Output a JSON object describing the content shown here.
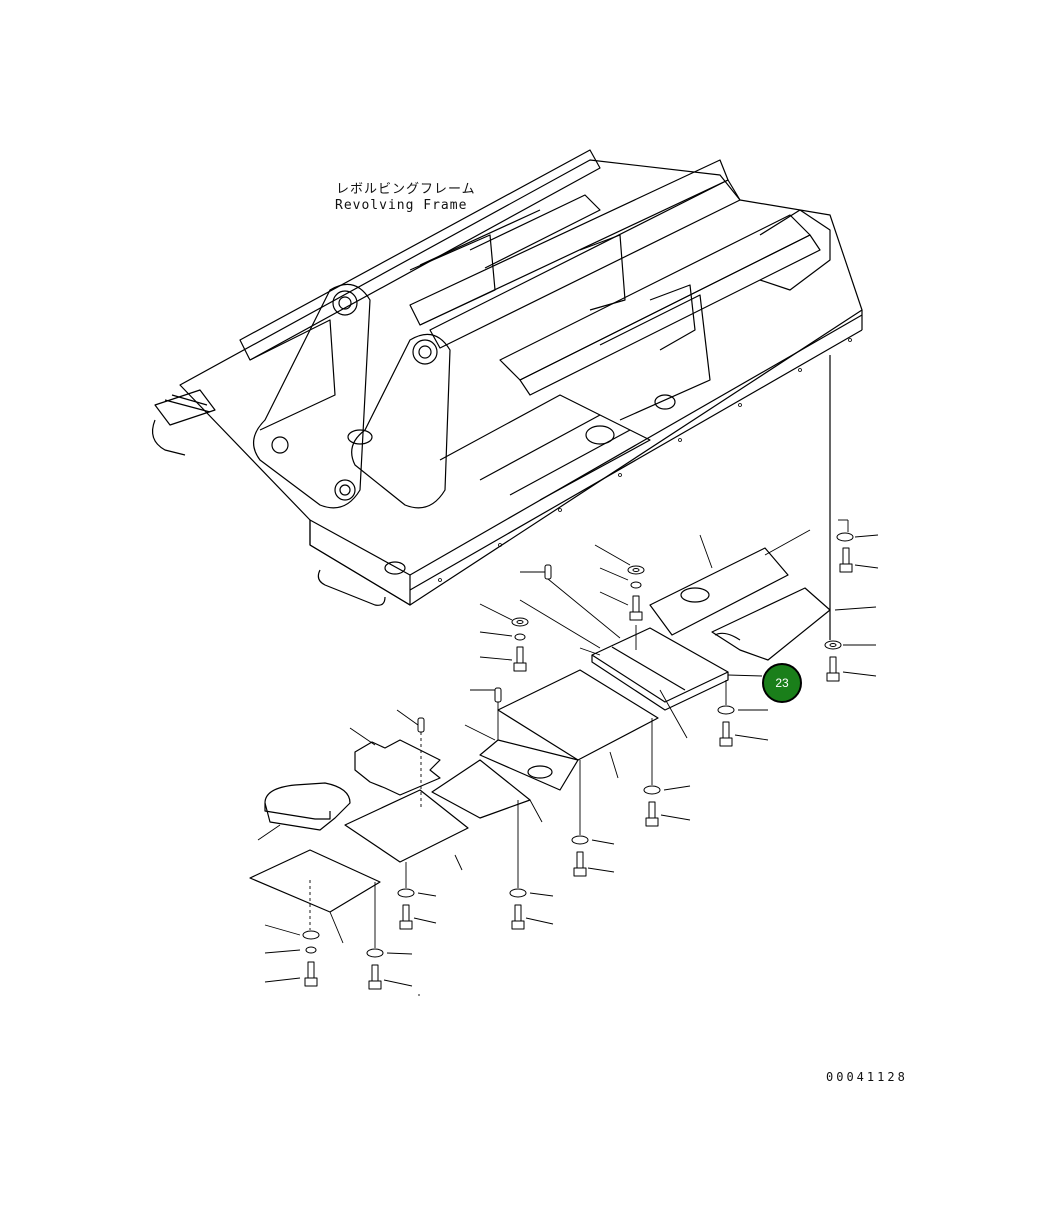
{
  "frame_label": {
    "japanese": "レボルビングフレーム",
    "english": "Revolving Frame"
  },
  "callout": {
    "number": "23",
    "color": "#1a7f1a"
  },
  "drawing_id": "00041128",
  "colors": {
    "line": "#000000",
    "background": "#ffffff"
  }
}
